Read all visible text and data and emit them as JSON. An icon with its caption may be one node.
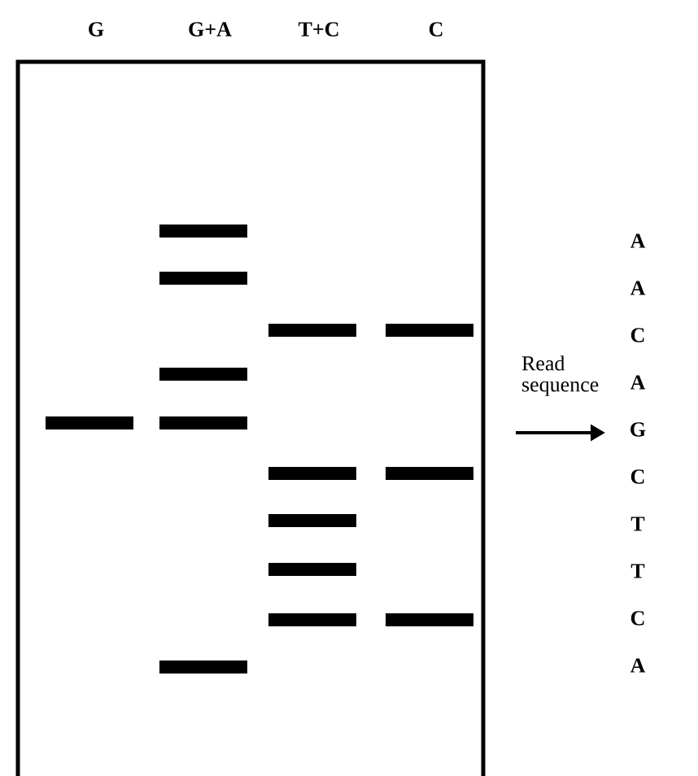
{
  "diagram": {
    "labels": [
      "G",
      "G+A",
      "T+C",
      "C",
      "Read sequence",
      "A",
      "A",
      "C",
      "A",
      "G",
      "C",
      "T",
      "T",
      "C",
      "A"
    ]
  }
}
